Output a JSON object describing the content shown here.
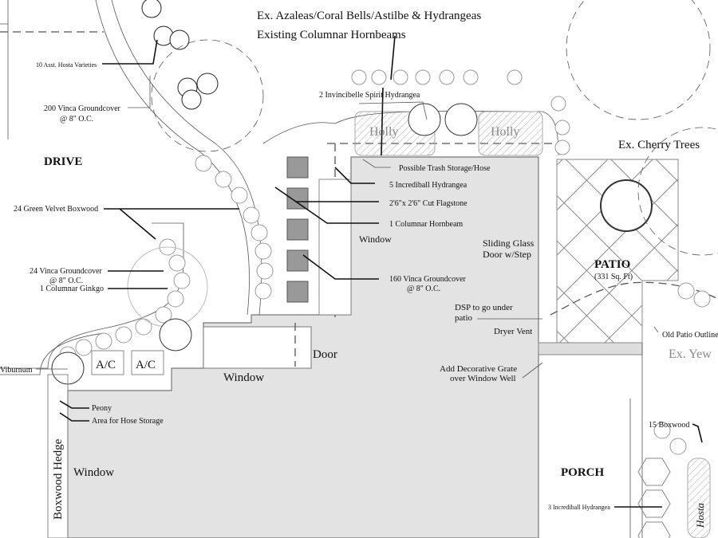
{
  "areas": {
    "drive": "DRIVE",
    "patio": "PATIO",
    "patio_size": "(331 Sq. Ft)",
    "porch": "PORCH",
    "door": "Door",
    "window_top": "Window",
    "window_mid": "Window",
    "window_left": "Window",
    "ac1": "A/C",
    "ac2": "A/C",
    "holly_left": "Holly",
    "holly_right": "Holly",
    "ex_yew": "Ex. Yew",
    "hosta": "Hosta",
    "boxwood_hedge": "Boxwood Hedge"
  },
  "callouts": {
    "azaleas": "Ex. Azaleas/Coral Bells/Astilbe & Hydrangeas",
    "hornbeams": "Existing Columnar Hornbeams",
    "hosta": "10 Asst. Hosta Varieties",
    "vinca200": "200 Vinca Groundcover",
    "vinca200_spacing": "@ 8\" O.C.",
    "invincibelle": "2 Invincibelle Spirit Hydrangea",
    "cherry": "Ex. Cherry Trees",
    "trash": "Possible Trash Storage/Hose",
    "incrediball5": "5 Incrediball Hydrangea",
    "flagstone": "2'6\"x 2'6\" Cut Flagstone",
    "hornbeam1": "1 Columnar Hornbeam",
    "boxwood24": "24 Green Velvet Boxwood",
    "sliding1": "Sliding Glass",
    "sliding2": "Door w/Step",
    "vinca24": "24 Vinca Groundcover",
    "vinca24_spacing": "@ 8\" O.C.",
    "ginkgo": "1 Columnar Ginkgo",
    "vinca160": "160 Vinca Groundcover",
    "vinca160_spacing": "@ 8\" O.C.",
    "dsp1": "DSP to go under",
    "dsp2": "patio",
    "dryer": "Dryer Vent",
    "old_patio": "Old Patio Outline",
    "viburnum": "Viburnum",
    "grate1": "Add Decorative Grate",
    "grate2": "over Window Well",
    "peony": "Peony",
    "hose": "Area for Hose Storage",
    "boxwood15": "15 Boxwood",
    "incrediball3": "3 Incrediball Hydrangea"
  },
  "colors": {
    "house": "#e3e3e3",
    "paver": "#999999"
  }
}
